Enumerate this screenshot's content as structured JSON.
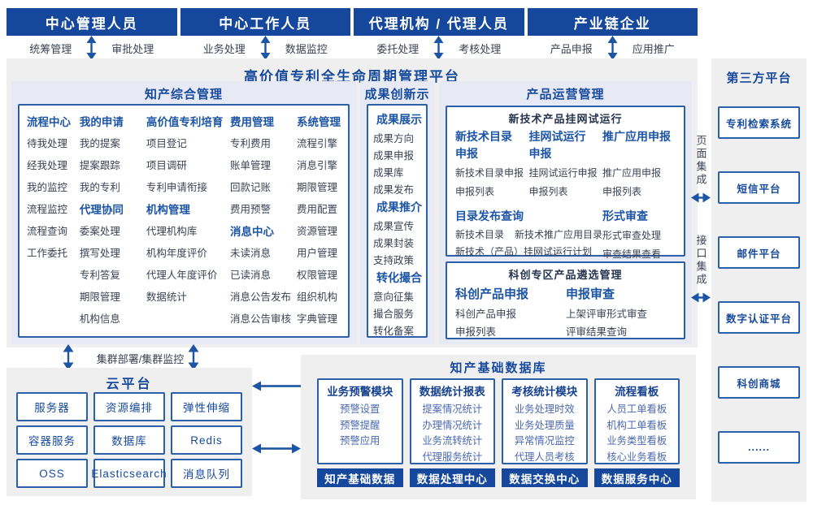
{
  "top_roles": [
    {
      "title": "中心管理人员",
      "left": "统筹管理",
      "right": "审批处理"
    },
    {
      "title": "中心工作人员",
      "left": "业务处理",
      "right": "数据监控"
    },
    {
      "title": "代理机构 / 代理人员",
      "left": "委托处理",
      "right": "考核处理"
    },
    {
      "title": "产业链企业",
      "left": "产品申报",
      "right": "应用推广"
    }
  ],
  "platform": {
    "title": "高价值专利全生命周期管理平台"
  },
  "ip_management": {
    "title": "知产综合管理",
    "columns": [
      {
        "groups": [
          {
            "header": "流程中心",
            "items": [
              "待我处理",
              "经我处理",
              "我的监控",
              "流程监控",
              "流程查询",
              "工作委托"
            ]
          }
        ]
      },
      {
        "groups": [
          {
            "header": "我的申请",
            "items": [
              "我的提案",
              "提案跟踪",
              "我的专利"
            ]
          },
          {
            "header": "代理协同",
            "items": [
              "委案处理",
              "撰写处理",
              "专利答复",
              "期限管理",
              "机构信息"
            ]
          }
        ]
      },
      {
        "groups": [
          {
            "header": "高价值专利培育",
            "items": [
              "项目登记",
              "项目调研",
              "专利申请衔接"
            ]
          },
          {
            "header": "机构管理",
            "items": [
              "代理机构库",
              "机构年度评价",
              "代理人年度评价",
              "数据统计"
            ]
          }
        ]
      },
      {
        "groups": [
          {
            "header": "费用管理",
            "items": [
              "专利费用",
              "账单管理",
              "回款记账",
              "费用预警"
            ]
          },
          {
            "header": "消息中心",
            "items": [
              "未读消息",
              "已读消息",
              "消息公告发布",
              "消息公告审核"
            ]
          }
        ]
      },
      {
        "groups": [
          {
            "header": "系统管理",
            "items": [
              "流程引擎",
              "消息引擎",
              "期限管理",
              "费用配置",
              "资源管理",
              "用户管理",
              "权限管理",
              "组织机构",
              "字典管理"
            ]
          }
        ]
      }
    ]
  },
  "achievement": {
    "title": "成果创新示范",
    "groups": [
      {
        "header": "成果展示",
        "items": [
          "成果方向",
          "成果申报",
          "成果库",
          "成果发布"
        ]
      },
      {
        "header": "成果推介",
        "items": [
          "成果宣传",
          "成果封装",
          "支持政策"
        ]
      },
      {
        "header": "转化撮合",
        "items": [
          "意向征集",
          "撮合服务",
          "转化备案"
        ]
      }
    ]
  },
  "product_ops": {
    "title": "产品运营管理",
    "box1": {
      "title": "新技术产品挂网试运行",
      "columns": [
        {
          "header": "新技术目录申报",
          "items": [
            "新技术目录申报",
            "申报列表"
          ]
        },
        {
          "header": "挂网试运行申报",
          "items": [
            "挂网试运行申报",
            "申报列表"
          ]
        },
        {
          "header": "推广应用申报",
          "items": [
            "推广应用申报",
            "申报列表"
          ]
        }
      ],
      "catalog": {
        "header": "目录发布查询",
        "line1_left": "新技术目录",
        "line1_right": "新技术推广应用目录",
        "line2": "新技术（产品）挂网试运行计划"
      },
      "review": {
        "header": "形式审查",
        "items": [
          "形式审查处理",
          "审查结果查看"
        ]
      }
    },
    "box2": {
      "title": "科创专区产品遴选管理",
      "columns": [
        {
          "header": "科创产品申报",
          "items": [
            "科创产品申报",
            "申报列表"
          ]
        },
        {
          "header": "申报审查",
          "items": [
            "上架评审形式审查",
            "评审结果查询"
          ]
        }
      ]
    }
  },
  "third_party": {
    "title": "第三方平台",
    "items": [
      "专利检索系统",
      "短信平台",
      "邮件平台",
      "数字认证平台",
      "科创商城",
      "......"
    ],
    "integrations": [
      "页面集成",
      "接口集成"
    ]
  },
  "cluster_label": "集群部署/集群监控",
  "cloud": {
    "title": "云平台",
    "items": [
      "服务器",
      "资源编排",
      "弹性伸缩",
      "容器服务",
      "数据库",
      "Redis",
      "OSS",
      "Elasticsearch",
      "消息队列"
    ]
  },
  "data_platform": {
    "title": "知产基础数据库",
    "modules": [
      {
        "header": "业务预警模块",
        "items": [
          "预警设置",
          "预警提醒",
          "预警应用"
        ],
        "footer": "知产基础数据"
      },
      {
        "header": "数据统计报表",
        "items": [
          "提案情况统计",
          "办理情况统计",
          "业务流转统计",
          "代理服务统计"
        ],
        "footer": "数据处理中心"
      },
      {
        "header": "考核统计模块",
        "items": [
          "业务处理时效",
          "业务处理质量",
          "异常情况监控",
          "代理人员考核"
        ],
        "footer": "数据交换中心"
      },
      {
        "header": "流程看板",
        "items": [
          "人员工单看板",
          "机构工单看板",
          "业务类型看板",
          "核心业务看板"
        ],
        "footer": "数据服务中心"
      }
    ]
  },
  "colors": {
    "bar_blue": "#15489c",
    "title_blue": "#164a9c",
    "header_blue": "#1d55a5",
    "border_blue": "#2b5fa7",
    "text_dark": "#3a4254",
    "item_blue": "#4a69b0",
    "panel_gray": "#efefef",
    "section_lavender": "#e7e9f4",
    "arrow_blue": "#1d55a5"
  }
}
